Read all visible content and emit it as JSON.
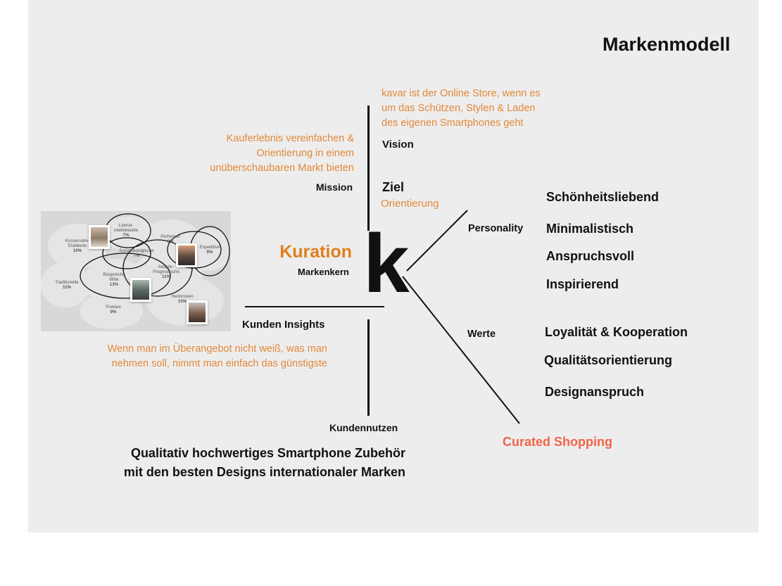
{
  "title": "Markenmodell",
  "logo_letter": "k",
  "vision": {
    "text": [
      "kavar ist der Online Store, wenn es",
      "um das Schützen, Stylen & Laden",
      "des eigenen Smartphones geht"
    ],
    "label": "Vision"
  },
  "mission": {
    "text": [
      "Kauferlebnis vereinfachen &",
      "Orientierung in einem",
      "unüberschaubaren Markt bieten"
    ],
    "label": "Mission"
  },
  "ziel": {
    "label": "Ziel",
    "value": "Orientierung"
  },
  "markenkern": {
    "value": "Kuration",
    "label": "Markenkern"
  },
  "personality": {
    "label": "Personality",
    "items": [
      "Schönheitsliebend",
      "Minimalistisch",
      "Anspruchsvoll",
      "Inspirierend"
    ]
  },
  "werte": {
    "label": "Werte",
    "items": [
      "Loyalität & Kooperation",
      "Qualitätsorientierung",
      "Designanspruch"
    ]
  },
  "kunden_insights": {
    "label": "Kunden Insights",
    "text": [
      "Wenn man im Überangebot nicht weiß, was man",
      "nehmen soll, nimmt man einfach das günstigste"
    ]
  },
  "kundennutzen": {
    "label": "Kundennutzen",
    "text": [
      "Qualitativ hochwertiges Smartphone Zubehör",
      "mit den besten Designs internationaler Marken"
    ]
  },
  "curated_shopping": "Curated Shopping",
  "sinus_milieus": [
    {
      "name": [
        "Konservativ-",
        "Etablierte"
      ],
      "pct": "10%"
    },
    {
      "name": [
        "Liberal-",
        "intellektuelle"
      ],
      "pct": "7%"
    },
    {
      "name": [
        "Performer"
      ],
      "pct": "8%"
    },
    {
      "name": [
        "Expeditive"
      ],
      "pct": "9%"
    },
    {
      "name": [
        "Sozialökologische"
      ],
      "pct": "7%"
    },
    {
      "name": [
        "Bürgerliche",
        "Mitte"
      ],
      "pct": "13%"
    },
    {
      "name": [
        "Adaptiv-",
        "Pragmatische"
      ],
      "pct": "11%"
    },
    {
      "name": [
        "Traditionelle"
      ],
      "pct": "11%"
    },
    {
      "name": [
        "Hedonisten"
      ],
      "pct": "15%"
    },
    {
      "name": [
        "Prekäre"
      ],
      "pct": "9%"
    }
  ],
  "colors": {
    "orange": "#e0893a",
    "red": "#f0654a",
    "background": "#eeeded"
  }
}
